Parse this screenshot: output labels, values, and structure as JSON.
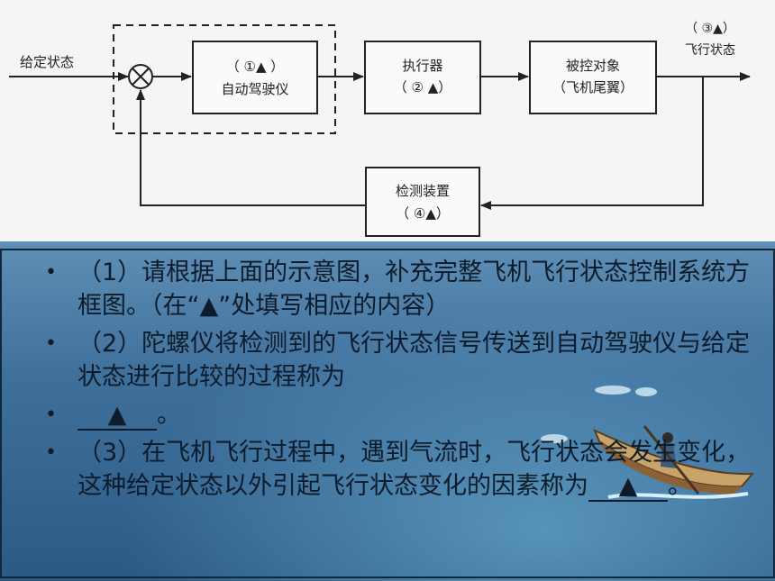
{
  "diagram": {
    "input_label": "给定状态",
    "controller": {
      "slot": "（ ①▲ ）",
      "name": "自动驾驶仪"
    },
    "actuator": {
      "name": "执行器",
      "slot": "（ ② ▲）"
    },
    "plant": {
      "name": "被控对象",
      "sub": "（飞机尾翼）"
    },
    "output_slot": "（ ③▲）",
    "output_label": "飞行状态",
    "sensor": {
      "name": "检测装置",
      "slot": "（ ④▲）"
    }
  },
  "questions": [
    {
      "bullet": "•",
      "text": "（1）请根据上面的示意图，补充完整飞机飞行状态控制系统方框图。（在“▲”处填写相应的内容）"
    },
    {
      "bullet": "•",
      "text": "（2）陀螺仪将检测到的飞行状态信号传送到自动驾驶仪与给定状态进行比较的过程称为"
    },
    {
      "bullet": "•",
      "blank": "▲",
      "after": "。"
    },
    {
      "bullet": "•",
      "before": "（3）在飞机飞行过程中，遇到气流时，飞行状态会发生变化，这种给定状态以外引起飞行状态变化的因素称为",
      "blank": "▲",
      "after": "。"
    }
  ]
}
